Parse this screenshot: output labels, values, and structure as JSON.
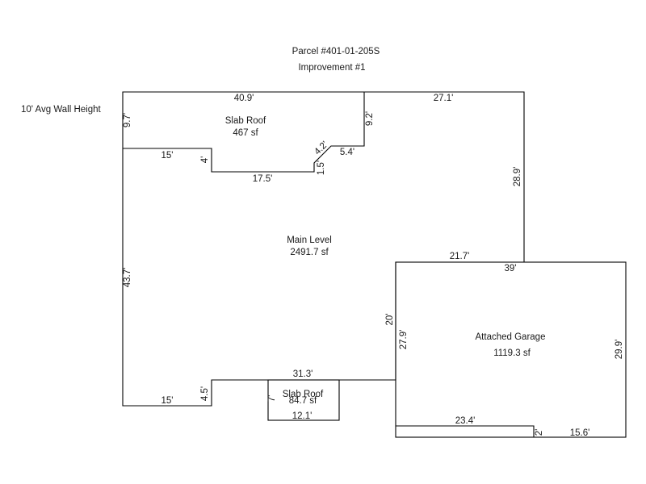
{
  "header": {
    "parcel": "Parcel #401-01-205S",
    "improvement": "Improvement #1"
  },
  "wall_height_note": "10' Avg Wall Height",
  "areas": {
    "slab_roof_top": {
      "label": "Slab Roof",
      "area": "467 sf"
    },
    "main_level": {
      "label": "Main Level",
      "area": "2491.7 sf"
    },
    "attached_garage": {
      "label": "Attached Garage",
      "area": "1119.3 sf"
    },
    "slab_roof_bottom": {
      "label": "Slab Roof",
      "area": "84.7 sf"
    }
  },
  "dimensions": {
    "top_slab_width": "40.9'",
    "top_right_width": "27.1'",
    "left_slab_height": "9.7'",
    "slab_step_left": "15'",
    "slab_step_down": "4'",
    "slab_bottom": "17.5'",
    "slab_rise": "1.5'",
    "slab_diagonal": "4.2'",
    "slab_step_right": "5.4'",
    "slab_right_height": "9.2'",
    "right_wall": "28.9'",
    "main_left_height": "43.7'",
    "garage_top_inner": "21.7'",
    "garage_top": "39'",
    "garage_left_upper": "20'",
    "garage_left_lower": "27.9'",
    "garage_right": "29.9'",
    "main_bottom_right": "31.3'",
    "bottom_left": "15'",
    "bottom_step": "4.5'",
    "bottom_slab_height": "7'",
    "bottom_slab_width": "12.1'",
    "garage_bottom": "23.4'",
    "garage_notch": "2'",
    "garage_bottom_right": "15.6'"
  }
}
